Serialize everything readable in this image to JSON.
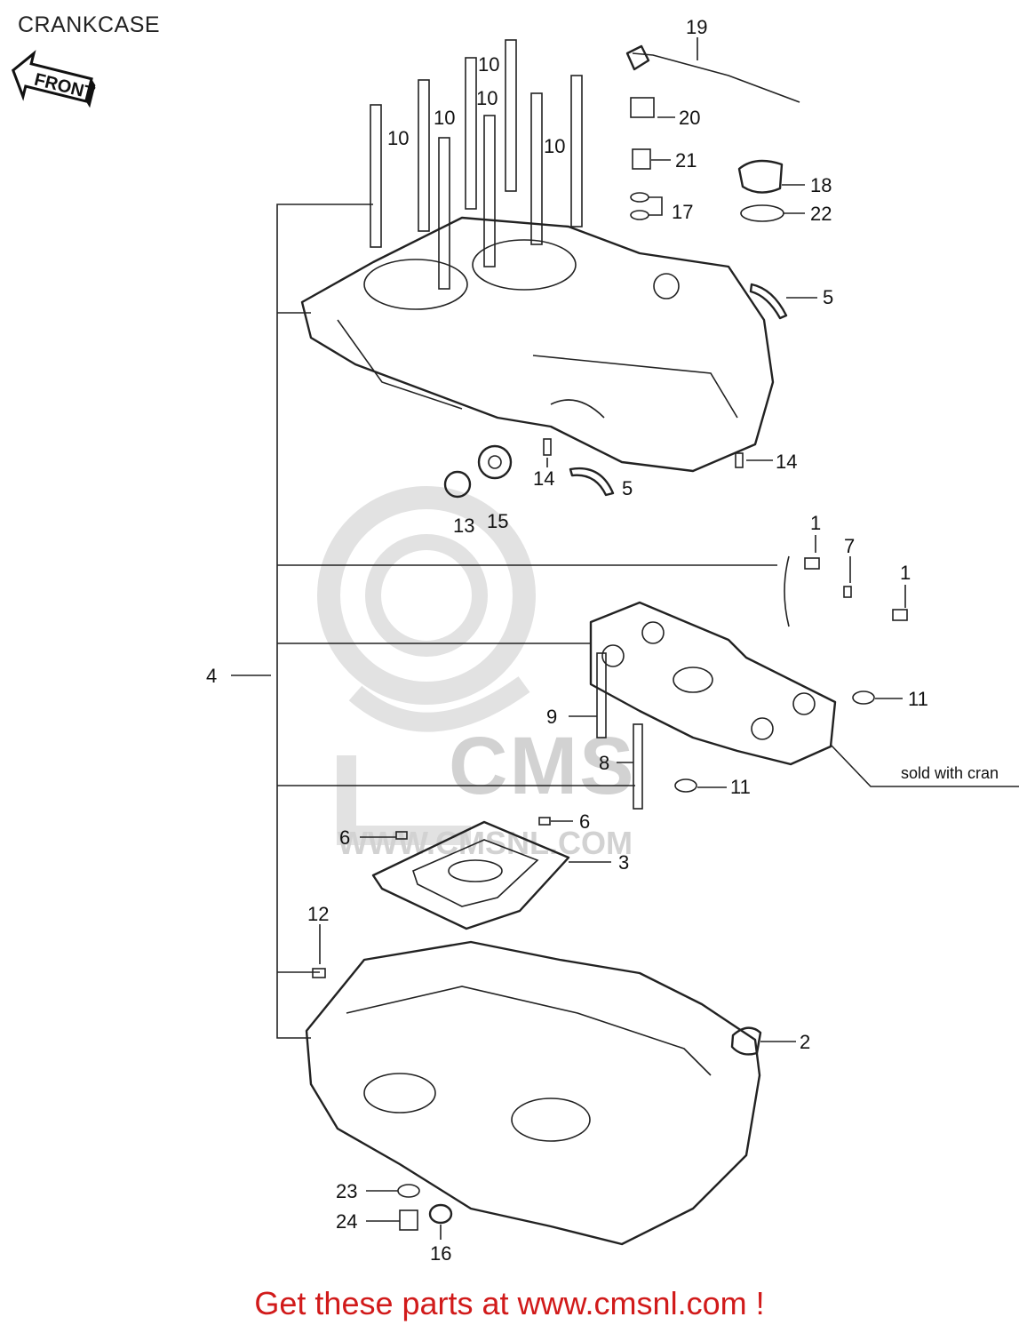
{
  "title": "CRANKCASE",
  "front_label": "FRONT",
  "footer": "Get these parts at www.cmsnl.com !",
  "watermark": {
    "brand": "CMS",
    "url": "WWW.CMSNL.COM"
  },
  "note": "sold with cran",
  "callouts": [
    {
      "id": "c19",
      "text": "19"
    },
    {
      "id": "c20",
      "text": "20"
    },
    {
      "id": "c21",
      "text": "21"
    },
    {
      "id": "c18",
      "text": "18"
    },
    {
      "id": "c22",
      "text": "22"
    },
    {
      "id": "c17",
      "text": "17"
    },
    {
      "id": "c5a",
      "text": "5"
    },
    {
      "id": "c5b",
      "text": "5"
    },
    {
      "id": "c14a",
      "text": "14"
    },
    {
      "id": "c14b",
      "text": "14"
    },
    {
      "id": "c13",
      "text": "13"
    },
    {
      "id": "c15",
      "text": "15"
    },
    {
      "id": "c10a",
      "text": "10"
    },
    {
      "id": "c10b",
      "text": "10"
    },
    {
      "id": "c10c",
      "text": "10"
    },
    {
      "id": "c10d",
      "text": "10"
    },
    {
      "id": "c10e",
      "text": "10"
    },
    {
      "id": "c1a",
      "text": "1"
    },
    {
      "id": "c7",
      "text": "7"
    },
    {
      "id": "c1b",
      "text": "1"
    },
    {
      "id": "c4",
      "text": "4"
    },
    {
      "id": "c9",
      "text": "9"
    },
    {
      "id": "c11a",
      "text": "11"
    },
    {
      "id": "c8",
      "text": "8"
    },
    {
      "id": "c11b",
      "text": "11"
    },
    {
      "id": "c6a",
      "text": "6"
    },
    {
      "id": "c6b",
      "text": "6"
    },
    {
      "id": "c3",
      "text": "3"
    },
    {
      "id": "c12",
      "text": "12"
    },
    {
      "id": "c2",
      "text": "2"
    },
    {
      "id": "c23",
      "text": "23"
    },
    {
      "id": "c24",
      "text": "24"
    },
    {
      "id": "c16",
      "text": "16"
    }
  ]
}
